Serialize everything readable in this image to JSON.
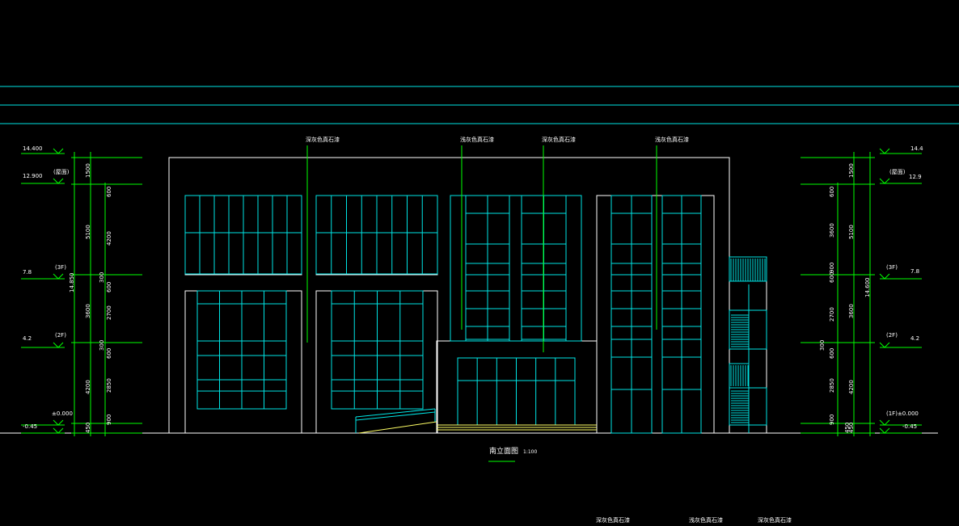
{
  "drawing": {
    "title": "南立面图",
    "scale": "1:100",
    "colors": {
      "background": "#000000",
      "building": "#ffffff",
      "window": "#00e5e5",
      "dimension": "#00ff00",
      "leader": "#00ff00",
      "stair": "#ffff66"
    },
    "material_notes": {
      "top": [
        "深灰色真石漆",
        "浅灰色真石漆",
        "深灰色真石漆",
        "浅灰色真石漆"
      ],
      "bottom": [
        "深灰色真石漆",
        "浅灰色真石漆",
        "深灰色真石漆"
      ]
    },
    "left_levels": {
      "top": "14.400",
      "roof": "12.900",
      "roof_note": "(屋面)",
      "f3": "7.8",
      "f3_note": "(3F)",
      "f2": "4.2",
      "f2_note": "(2F)",
      "f1": "±0.000",
      "ground": "-0.45"
    },
    "right_levels": {
      "top": "14.4",
      "roof": "12.9",
      "roof_note": "(屋面)",
      "f3": "7.8",
      "f3_note": "(3F)",
      "f2": "4.2",
      "f2_note": "(2F)",
      "f1": "(1F)±0.000",
      "ground": "-0.45"
    },
    "left_dims": {
      "outer_total": "14.850",
      "outer": [
        "1500",
        "5100",
        "3600",
        "4200",
        "450"
      ],
      "inner": [
        "600",
        "4200",
        "300",
        "600",
        "2700",
        "300",
        "600",
        "2850",
        "900"
      ]
    },
    "right_dims": {
      "outer_total": "14.600",
      "outer": [
        "1500",
        "5100",
        "3600",
        "4200",
        "450"
      ],
      "inner": [
        "600",
        "3600",
        "600",
        "900",
        "2700",
        "300",
        "600",
        "2850",
        "900"
      ],
      "side_label": "300"
    }
  }
}
